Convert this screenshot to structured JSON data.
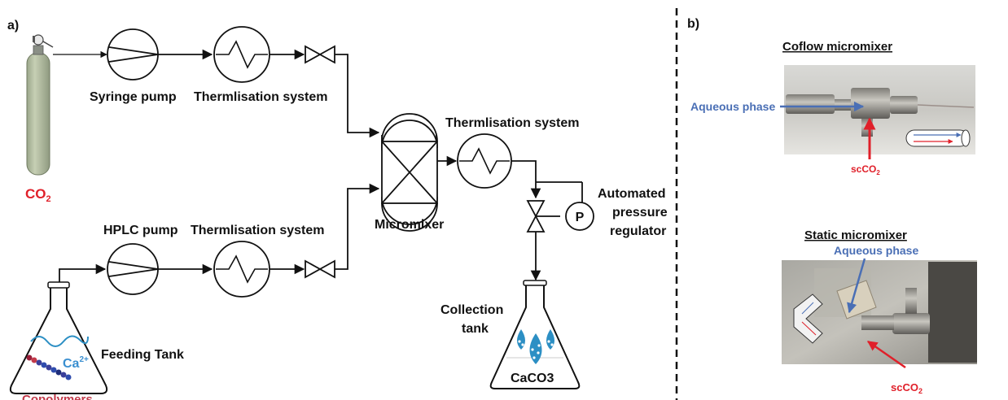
{
  "panel_a": {
    "letter": "a)",
    "co2_label": "CO",
    "co2_sub": "2",
    "syringe_pump": "Syringe pump",
    "thermalisation_top": "Thermlisation system",
    "hplc_pump": "HPLC pump",
    "thermalisation_bottom": "Thermlisation system",
    "micromixer": "Micromixer",
    "thermalisation_right": "Thermlisation system",
    "regulator_line1": "Automated",
    "regulator_line2": "pressure",
    "regulator_line3": "regulator",
    "regulator_symbol": "P",
    "collection_line1": "Collection",
    "collection_line2": "tank",
    "caco3": "CaCO3",
    "feeding_tank": "Feeding Tank",
    "calcium": "Ca",
    "calcium_sup": "2+",
    "copolymers": "Copolymers"
  },
  "panel_b": {
    "letter": "b)",
    "coflow_title": "Coflow micromixer",
    "coflow_aqueous": "Aqueous phase",
    "coflow_scco2": "scCO",
    "coflow_scco2_sub": "2",
    "static_title": "Static micromixer",
    "static_aqueous": "Aqueous phase",
    "static_scco2": "scCO",
    "static_scco2_sub": "2"
  },
  "colors": {
    "line": "#111111",
    "co2_red": "#e0202a",
    "calcium_blue": "#3a8fd0",
    "aqueous_blue": "#4a6fb5",
    "cylinder": "#b9c4a6",
    "droplet": "#2c8fc4"
  }
}
